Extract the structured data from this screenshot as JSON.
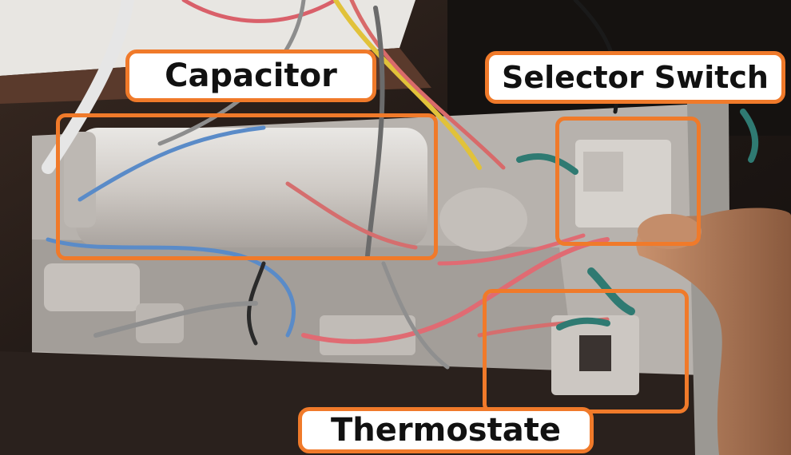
{
  "labels": {
    "capacitor": "Capacitor",
    "selector_switch": "Selector Switch",
    "thermostate": "Thermostate"
  },
  "colors": {
    "highlight": "#f07a2a",
    "label_background": "#ffffff",
    "label_text": "#111111"
  }
}
